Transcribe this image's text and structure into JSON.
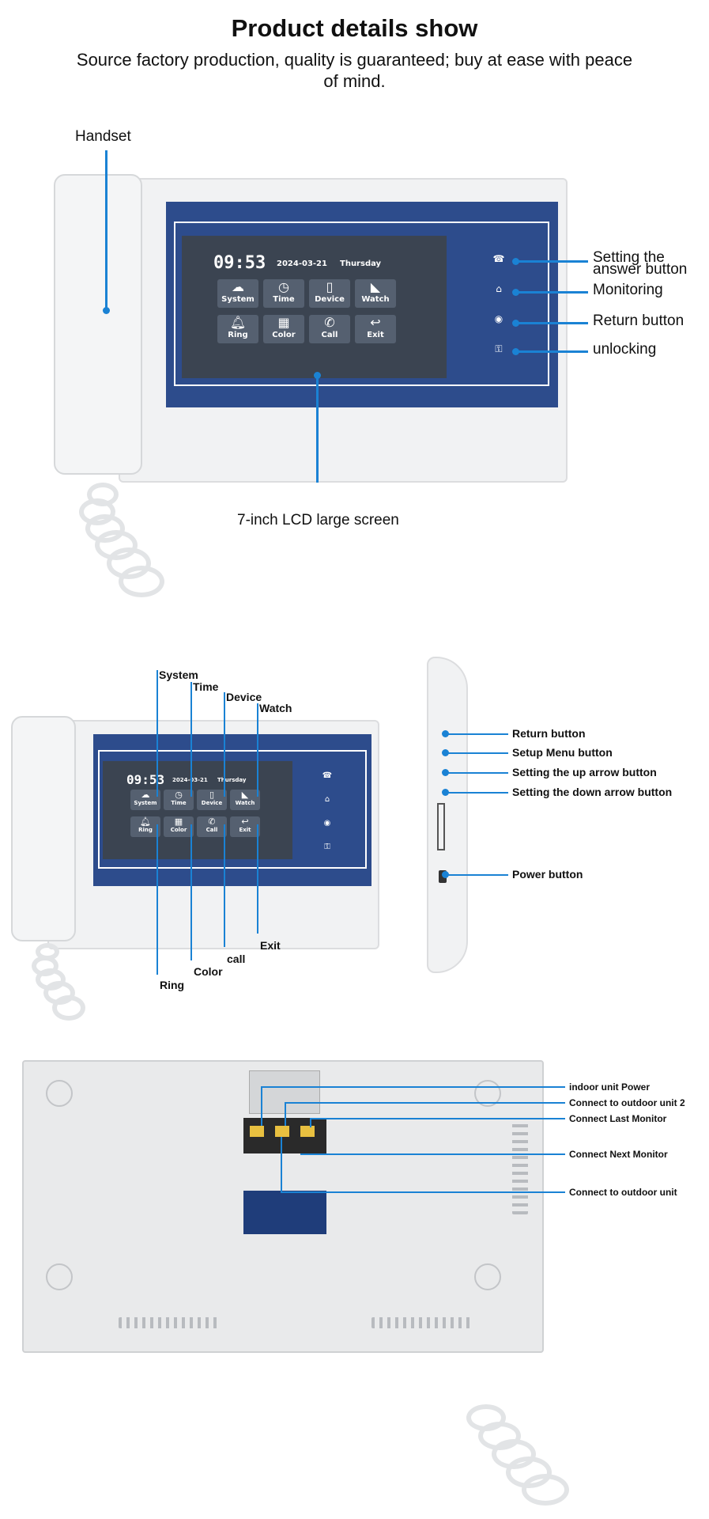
{
  "header": {
    "title": "Product details show",
    "subtitle": "Source factory production, quality is guaranteed; buy at ease with peace of mind."
  },
  "screen": {
    "time": "09:53",
    "date": "2024-03-21",
    "weekday": "Thursday",
    "tiles": [
      {
        "label": "System",
        "icon": "cloud-gear-icon"
      },
      {
        "label": "Time",
        "icon": "clock-icon"
      },
      {
        "label": "Device",
        "icon": "door-icon"
      },
      {
        "label": "Watch",
        "icon": "camera-icon"
      },
      {
        "label": "Ring",
        "icon": "bell-icon"
      },
      {
        "label": "Color",
        "icon": "grid-icon"
      },
      {
        "label": "Call",
        "icon": "phone-icon"
      },
      {
        "label": "Exit",
        "icon": "return-arrow-icon"
      }
    ]
  },
  "section1": {
    "labels": {
      "handset": "Handset",
      "answer_line1": "Setting the",
      "answer_line2": "answer button",
      "monitoring": "Monitoring",
      "return": "Return button",
      "unlocking": "unlocking",
      "lcd": "7-inch LCD large screen"
    }
  },
  "section2": {
    "top_labels": {
      "system": "System",
      "time": "Time",
      "device": "Device",
      "watch": "Watch"
    },
    "bottom_labels": {
      "exit": "Exit",
      "call": "call",
      "color": "Color",
      "ring": "Ring"
    },
    "side_labels": {
      "return": "Return button",
      "setup": "Setup Menu button",
      "up": "Setting the up arrow button",
      "down": "Setting the down arrow button",
      "power": "Power button"
    }
  },
  "section3": {
    "labels": {
      "power": "indoor unit Power",
      "outdoor2": "Connect to outdoor unit 2",
      "last": "Connect Last Monitor",
      "next": "Connect Next Monitor",
      "outdoor": "Connect to outdoor unit"
    }
  },
  "colors": {
    "accent_line": "#1a82d4",
    "bezel": "#2d4c8c",
    "screen": "#3b4451"
  }
}
